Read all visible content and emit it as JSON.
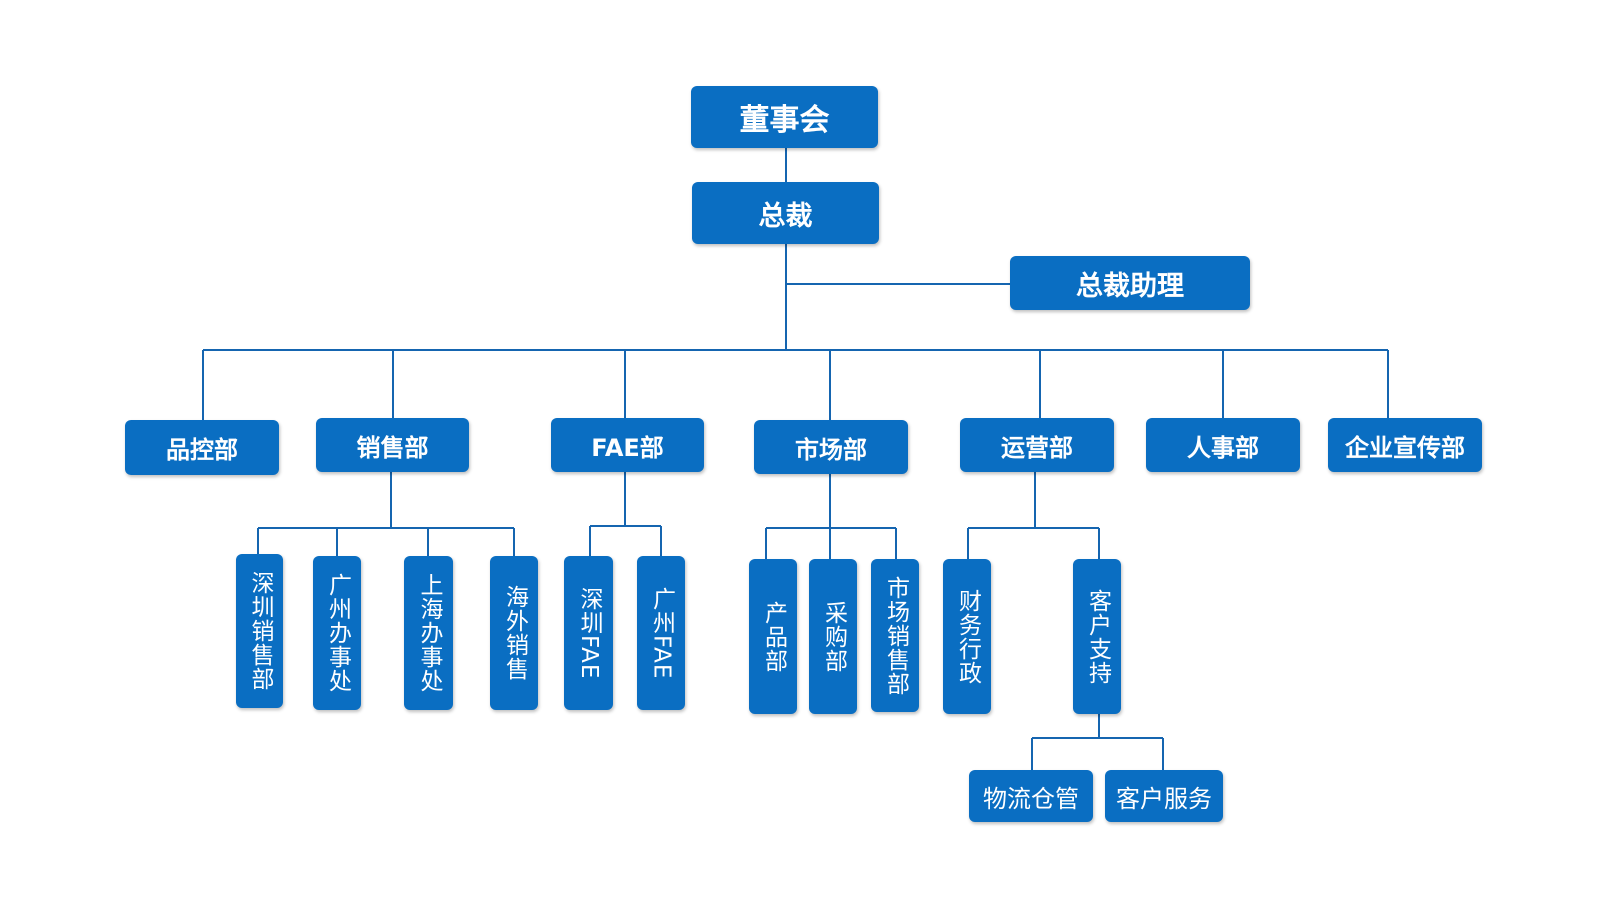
{
  "org": {
    "board": "董事会",
    "president": "总裁",
    "assistant": "总裁助理",
    "departments": [
      {
        "label": "品控部",
        "children": []
      },
      {
        "label": "销售部",
        "children": [
          "深圳销售部",
          "广州办事处",
          "上海办事处",
          "海外销售"
        ]
      },
      {
        "label": "FAE部",
        "children": [
          "深圳FAE",
          "广州FAE"
        ]
      },
      {
        "label": "市场部",
        "children": [
          "产品部",
          "采购部",
          "市场销售部"
        ]
      },
      {
        "label": "运营部",
        "children": [
          "财务行政",
          "客户支持"
        ]
      },
      {
        "label": "人事部",
        "children": []
      },
      {
        "label": "企业宣传部",
        "children": []
      }
    ],
    "customer_support_children": [
      "物流仓管",
      "客户服务"
    ]
  },
  "colors": {
    "box": "#0A6EC2",
    "line": "#1565B0",
    "text": "#FFFFFF"
  }
}
